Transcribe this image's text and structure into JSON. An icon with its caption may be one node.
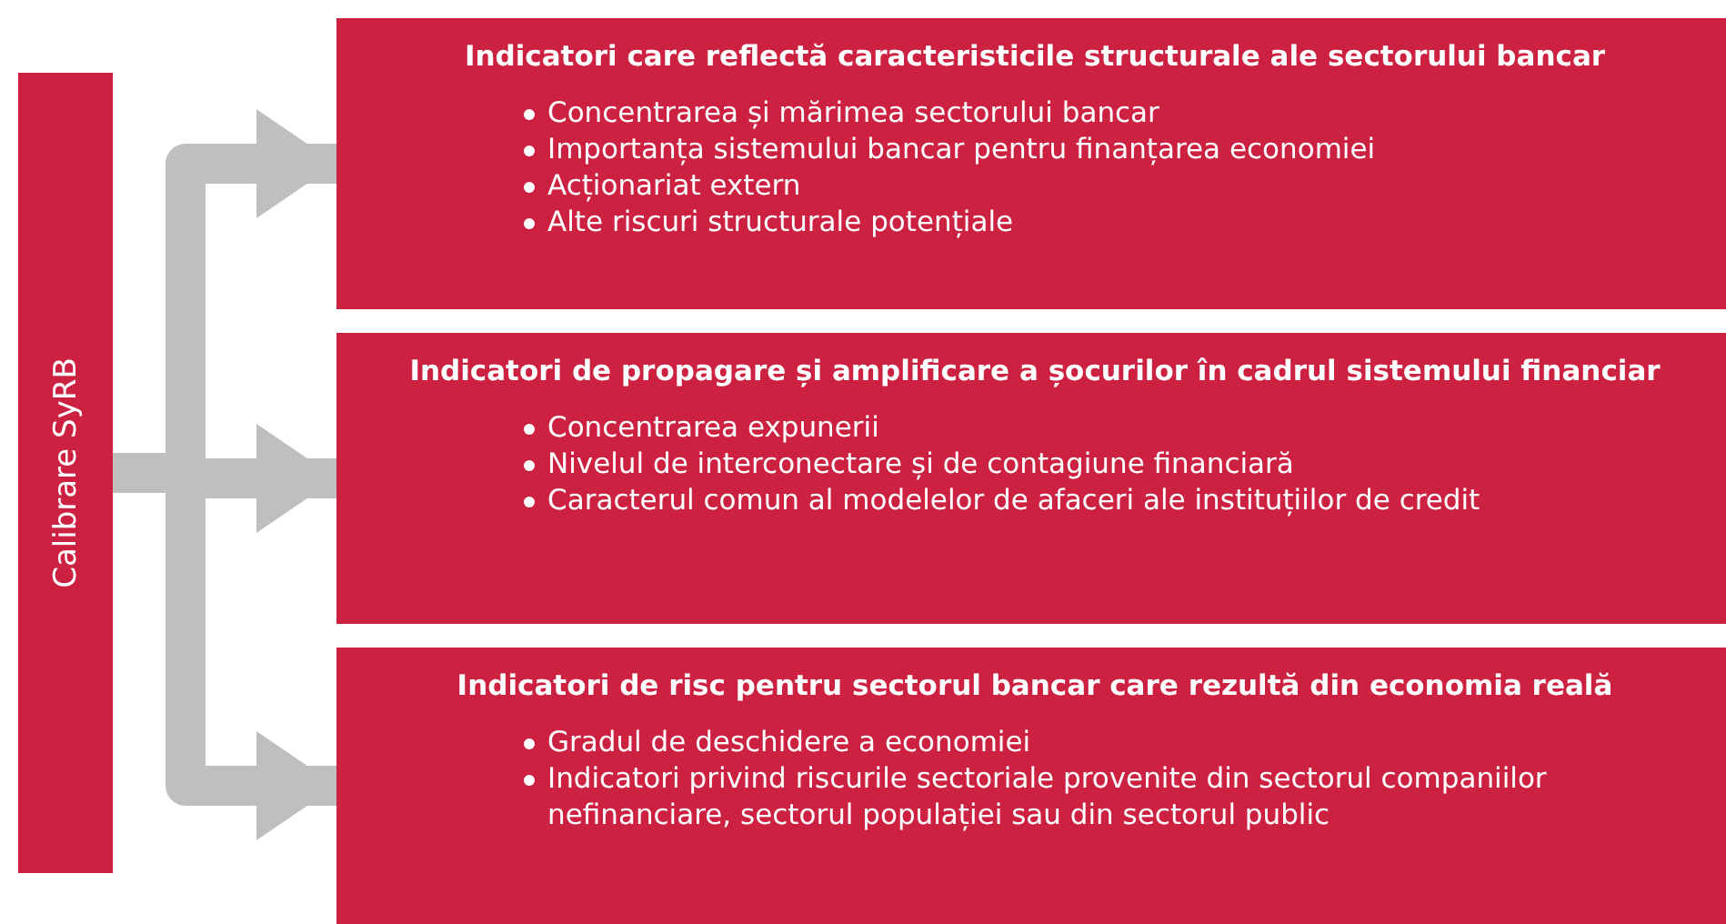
{
  "diagram": {
    "nodes": [
      {
        "text": [
          "Calibrare SyRB"
        ]
      },
      {
        "text": [
          "Indicatori care reflectă caracteristicile structurale ale sectorului bancar",
          "Concentrarea și mărimea sectorului bancar",
          "Importanța sistemului bancar pentru finanțarea economiei",
          "Acționariat extern",
          "Alte riscuri structurale potențiale"
        ]
      },
      {
        "text": [
          "Indicatori de propagare și amplificare a șocurilor în cadrul sistemului financiar",
          "Concentrarea expunerii",
          "Nivelul de interconectare și de contagiune financiară",
          "Caracterul comun al modelelor de afaceri ale instituțiilor de credit"
        ]
      },
      {
        "text": [
          "Indicatori de risc pentru sectorul bancar care rezultă din economia reală",
          "Gradul de deschidere a economiei",
          "Indicatori privind riscurile sectoriale provenite din sectorul companiilor nefinanciare, sectorul populației sau din sectorul public"
        ]
      }
    ],
    "edges": [
      {
        "from": 0,
        "to": 1,
        "arrow": "to"
      },
      {
        "from": 0,
        "to": 2,
        "arrow": "to"
      },
      {
        "from": 0,
        "to": 3,
        "arrow": "to"
      }
    ]
  }
}
